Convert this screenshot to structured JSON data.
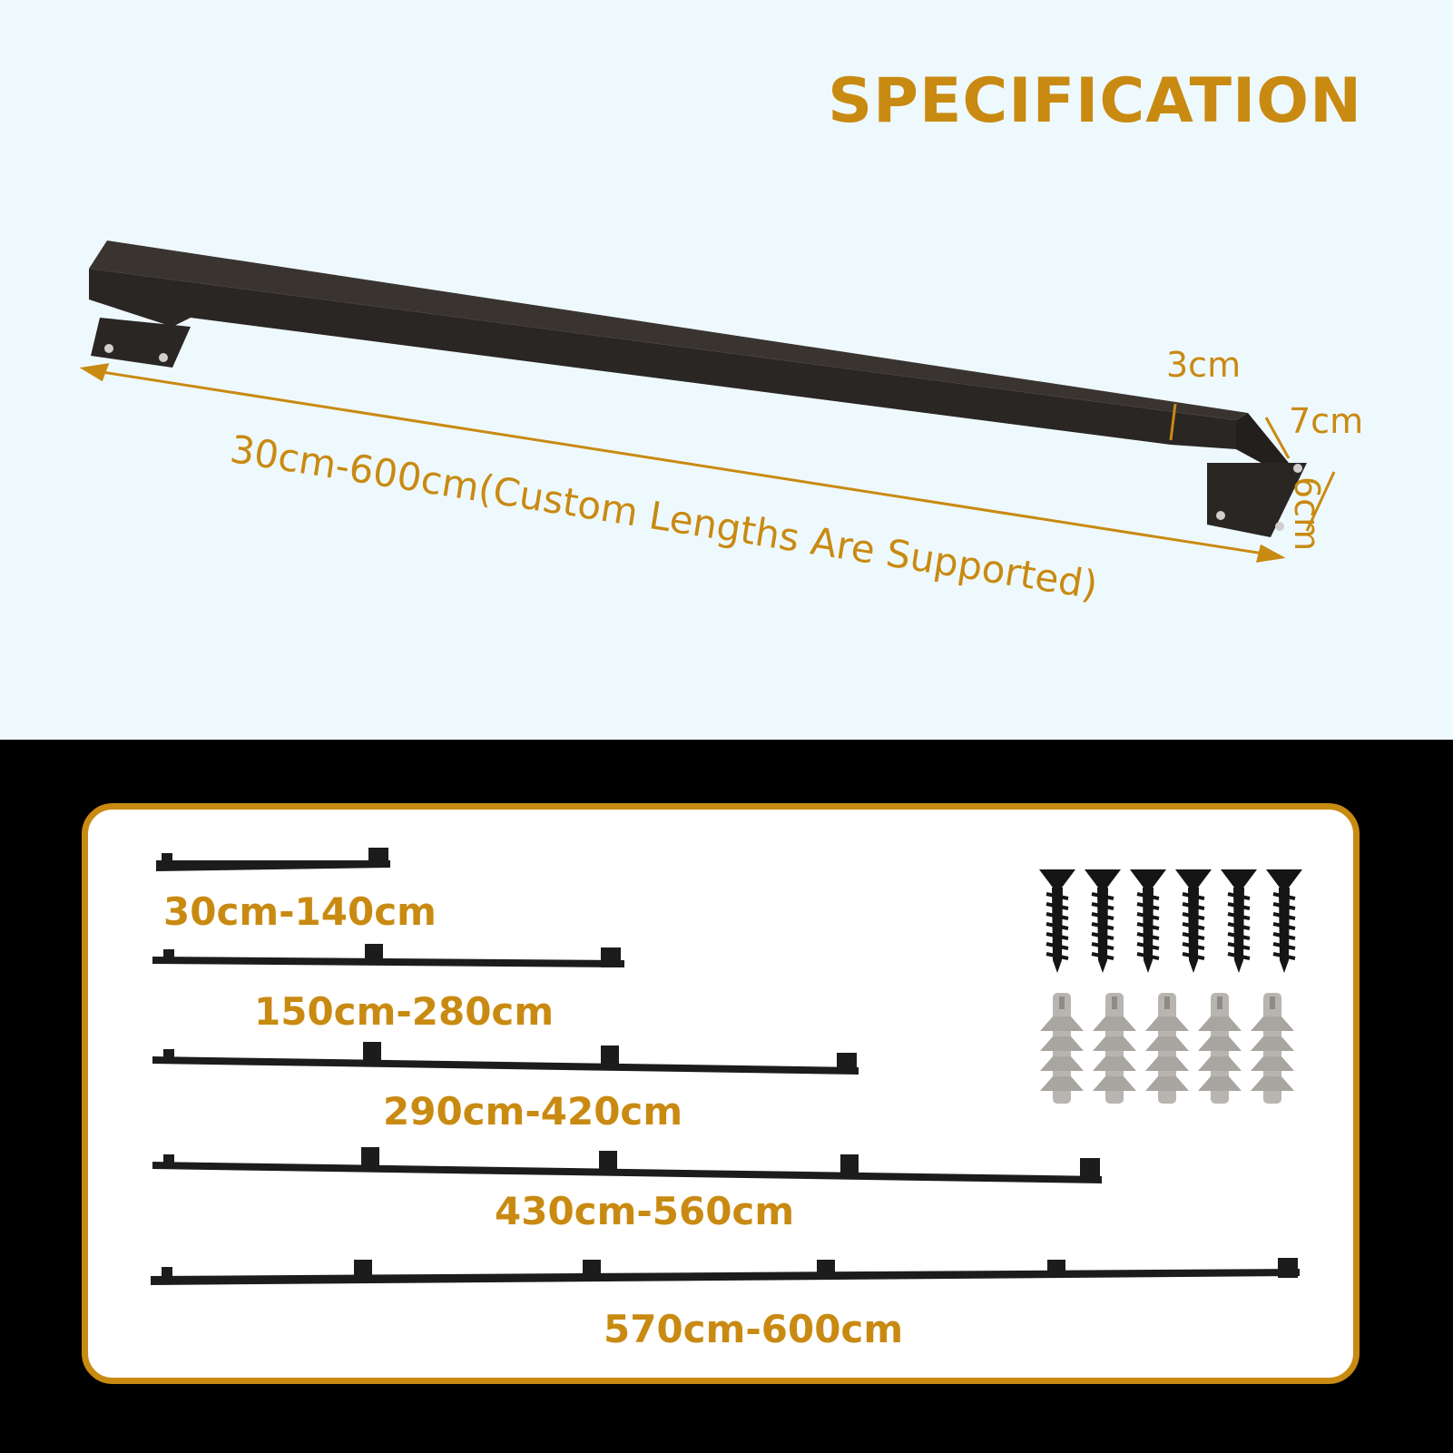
{
  "title": "SPECIFICATION",
  "dimensions": {
    "length": "30cm-600cm(Custom Lengths Are Supported)",
    "thickness": "3cm",
    "depth": "7cm",
    "height": "6cm"
  },
  "length_ranges": [
    "30cm-140cm",
    "150cm-280cm",
    "290cm-420cm",
    "430cm-560cm",
    "570cm-600cm"
  ],
  "accessories": {
    "screws": 6,
    "wall_anchors": 5
  },
  "colors": {
    "accent": "#c98a12",
    "rail": "#2e2a27",
    "top_background": "#eef9fd",
    "bottom_background": "#000000"
  }
}
